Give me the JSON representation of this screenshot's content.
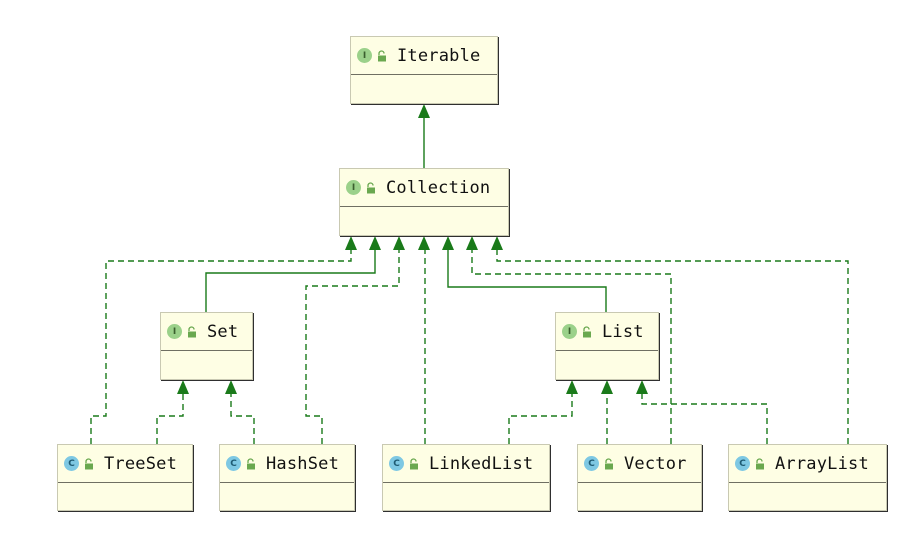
{
  "nodes": {
    "iterable": {
      "name": "Iterable",
      "kind": "I"
    },
    "collection": {
      "name": "Collection",
      "kind": "I"
    },
    "set": {
      "name": "Set",
      "kind": "I"
    },
    "list": {
      "name": "List",
      "kind": "I"
    },
    "treeset": {
      "name": "TreeSet",
      "kind": "C"
    },
    "hashset": {
      "name": "HashSet",
      "kind": "C"
    },
    "linkedlist": {
      "name": "LinkedList",
      "kind": "C"
    },
    "vector": {
      "name": "Vector",
      "kind": "C"
    },
    "arraylist": {
      "name": "ArrayList",
      "kind": "C"
    }
  },
  "edges": [
    {
      "from": "collection",
      "to": "iterable",
      "style": "extends"
    },
    {
      "from": "set",
      "to": "collection",
      "style": "extends"
    },
    {
      "from": "list",
      "to": "collection",
      "style": "extends"
    },
    {
      "from": "treeset",
      "to": "collection",
      "style": "implements"
    },
    {
      "from": "hashset",
      "to": "collection",
      "style": "implements"
    },
    {
      "from": "linkedlist",
      "to": "collection",
      "style": "implements"
    },
    {
      "from": "vector",
      "to": "collection",
      "style": "implements"
    },
    {
      "from": "arraylist",
      "to": "collection",
      "style": "implements"
    },
    {
      "from": "treeset",
      "to": "set",
      "style": "implements"
    },
    {
      "from": "hashset",
      "to": "set",
      "style": "implements"
    },
    {
      "from": "linkedlist",
      "to": "list",
      "style": "implements"
    },
    {
      "from": "vector",
      "to": "list",
      "style": "implements"
    },
    {
      "from": "arraylist",
      "to": "list",
      "style": "implements"
    }
  ],
  "colors": {
    "edge": "#1a7a1a",
    "box_fill": "#fefee4",
    "interface_badge": "#9bd18a",
    "class_badge": "#7ec8e3"
  }
}
